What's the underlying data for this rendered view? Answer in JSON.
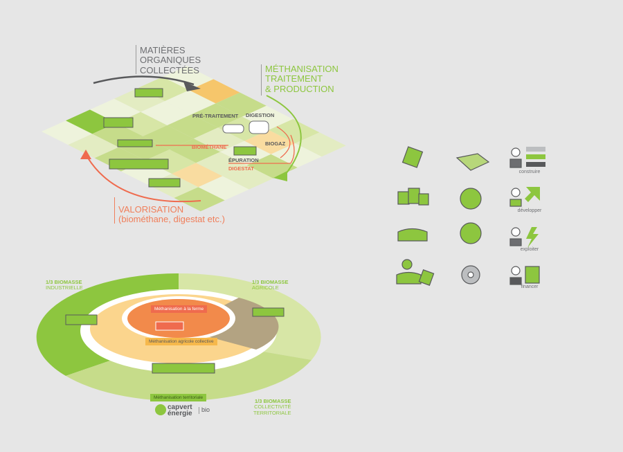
{
  "top_diagram": {
    "label_collected": [
      "MATIÈRES",
      "ORGANIQUES",
      "COLLECTÉES"
    ],
    "label_methanisation": [
      "MÉTHANISATION",
      "TRAITEMENT",
      "& PRODUCTION"
    ],
    "label_valorisation": [
      "VALORISATION",
      "(biométhane, digestat etc.)"
    ],
    "steps": {
      "pretreatment": "PRÉ-TRAITEMENT",
      "digestion": "DIGESTION",
      "biogas": "BIOGAZ",
      "purification": "ÉPURATION",
      "biomethane": "BIOMÉTHANE",
      "digestate": "DIGESTAT"
    }
  },
  "bottom_diagram": {
    "industrial": {
      "share": "1/3 BIOMASSE",
      "name": "INDUSTRIELLE"
    },
    "agricultural": {
      "share": "1/3 BIOMASSE",
      "name": "AGRICOLE"
    },
    "territorial": {
      "share": "1/3 BIOMASSE",
      "name1": "COLLECTIVITÉ",
      "name2": "TERRITORIALE"
    },
    "tag_farm": "Méthanisation à la ferme",
    "tag_collective": "Méthanisation agricole collective",
    "tag_territorial": "Méthanisation territoriale",
    "logo": {
      "line1": "capvert",
      "line2": "énergie",
      "suffix": "bio"
    }
  },
  "icons": {
    "items": [
      "solar-panel",
      "handshake",
      "build-worker",
      "solar-farm",
      "euro-coin",
      "develop-worker",
      "biogas-plant",
      "growth-chart",
      "operate-worker",
      "biogas-solar",
      "hydro-turbine",
      "finance-worker"
    ],
    "captions": {
      "build": "construire",
      "develop": "développer",
      "operate": "exploiter",
      "finance": "financer"
    }
  },
  "colors": {
    "green": "#8dc63f",
    "light_green": "#d7e6a6",
    "orange": "#f6c66b",
    "red": "#ef6b4e",
    "gray": "#6d6e71"
  }
}
